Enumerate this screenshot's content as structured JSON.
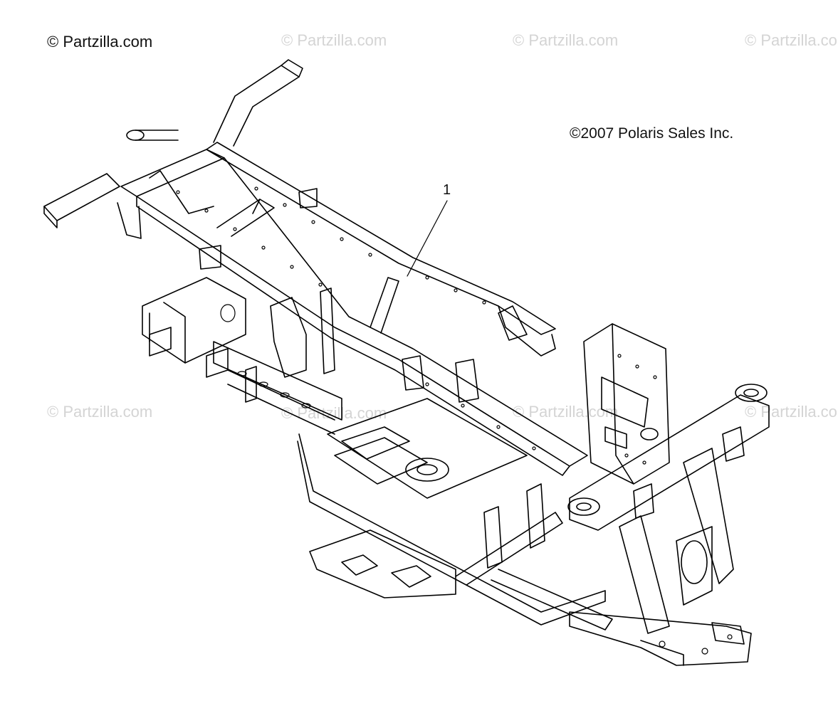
{
  "brand_text": "© Partzilla.com",
  "copyright_text": "©2007 Polaris Sales Inc.",
  "watermark_text": "© Partzilla.com",
  "callout_number": "1"
}
